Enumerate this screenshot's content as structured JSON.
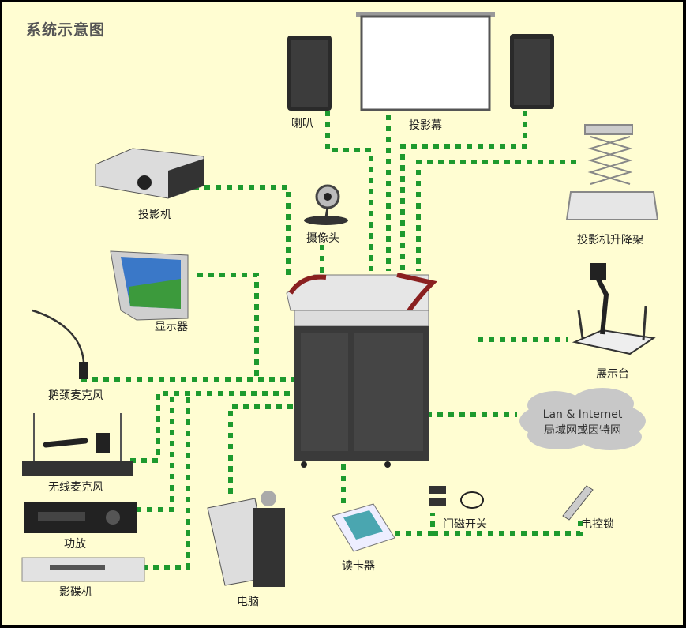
{
  "title": "系统示意图",
  "line_color": "#1e9a2e",
  "devices": {
    "speaker": "喇叭",
    "screen": "投影幕",
    "projector": "投影机",
    "webcam": "摄像头",
    "projector_lift": "投影机升降架",
    "display": "显示器",
    "document_camera": "展示台",
    "gooseneck_mic": "鹅颈麦克风",
    "wireless_mic": "无线麦克风",
    "amplifier": "功放",
    "dvd_player": "影碟机",
    "computer": "电脑",
    "card_reader": "读卡器",
    "door_sensor": "门磁开关",
    "electric_lock": "电控锁"
  },
  "network": {
    "line1": "Lan & Internet",
    "line2": "局域网或因特网"
  }
}
